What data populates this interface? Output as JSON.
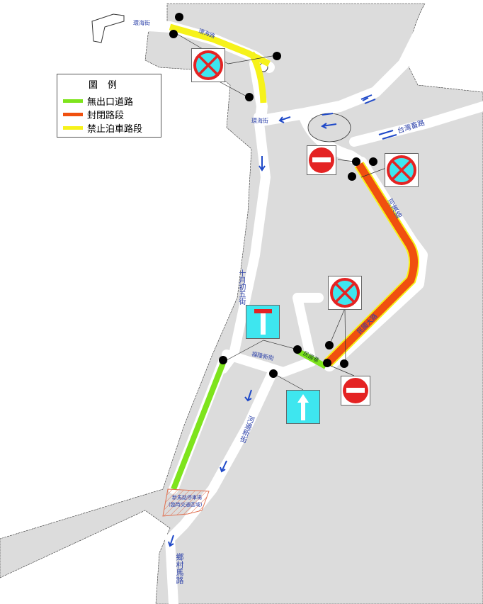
{
  "legend": {
    "title": "圖例",
    "items": [
      {
        "label": "無出口道路",
        "color": "#7ee41c"
      },
      {
        "label": "封閉路段",
        "color": "#f0500f"
      },
      {
        "label": "禁止泊車路段",
        "color": "#f6f21a"
      }
    ]
  },
  "road_labels": {
    "top_left": "環海街",
    "top_road": "環海路",
    "junction": "環海街",
    "east": "台灣畜路",
    "closed_road": "河濱路",
    "closed_road_lower": "民國大路",
    "west_vertical": "十月初五街",
    "middle": "福隆新街",
    "dead_end": "民國巷",
    "south": "河邊新街",
    "bottom": "鄉村馬路",
    "hatched_area": "新馬路停車場",
    "hatched_area_sub": "(臨時交通區域)"
  },
  "colors": {
    "land": "#dcdcdc",
    "road": "#ffffff",
    "arrow": "#1f49c8",
    "sign_blue": "#3ee6ef",
    "sign_red": "#e42323"
  }
}
